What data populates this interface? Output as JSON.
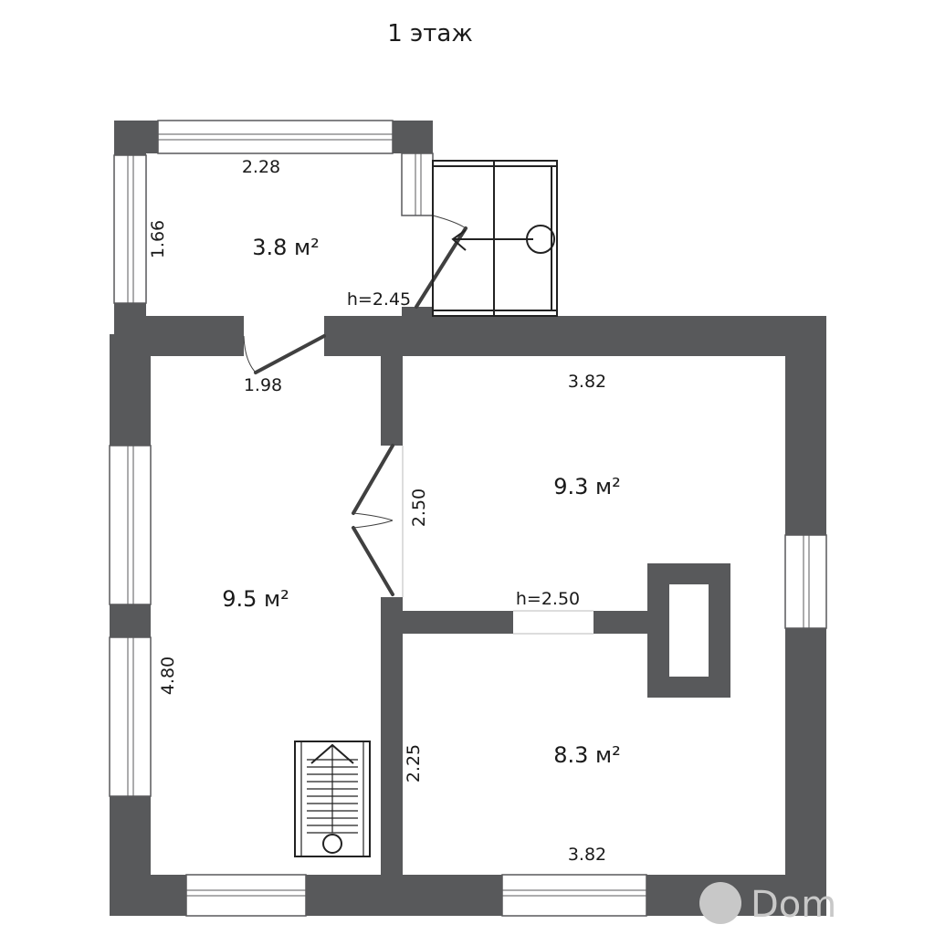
{
  "floor_title": "1 этаж",
  "rooms": {
    "vestibule": {
      "area": "3.8 м²",
      "width": "2.28",
      "depth": "1.66"
    },
    "left_room": {
      "area": "9.5 м²",
      "length": "4.80"
    },
    "top_right_room": {
      "area": "9.3 м²",
      "width": "3.82"
    },
    "bottom_right_room": {
      "area": "8.3 м²",
      "width": "3.82"
    }
  },
  "dimensions": {
    "vestibule_door": "1.98",
    "partition_upper": "2.50",
    "partition_lower": "2.25"
  },
  "heights": {
    "entrance": "h=2.45",
    "inner_opening": "h=2.50"
  },
  "watermark": "Dom"
}
